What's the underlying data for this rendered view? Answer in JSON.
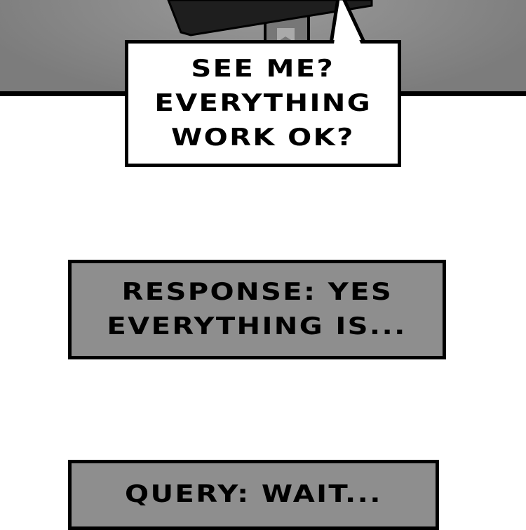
{
  "speech_bubble": {
    "lines": [
      "SEE ME?",
      "EVERYTHING",
      "WORK OK?"
    ]
  },
  "caption_1": {
    "lines": [
      "RESPONSE: YES",
      "EVERYTHING IS..."
    ]
  },
  "caption_2": {
    "lines": [
      "QUERY: WAIT..."
    ]
  },
  "colors": {
    "caption_fill": "#8e8e8e",
    "sky": "#8a8a8a",
    "ink": "#000000"
  }
}
